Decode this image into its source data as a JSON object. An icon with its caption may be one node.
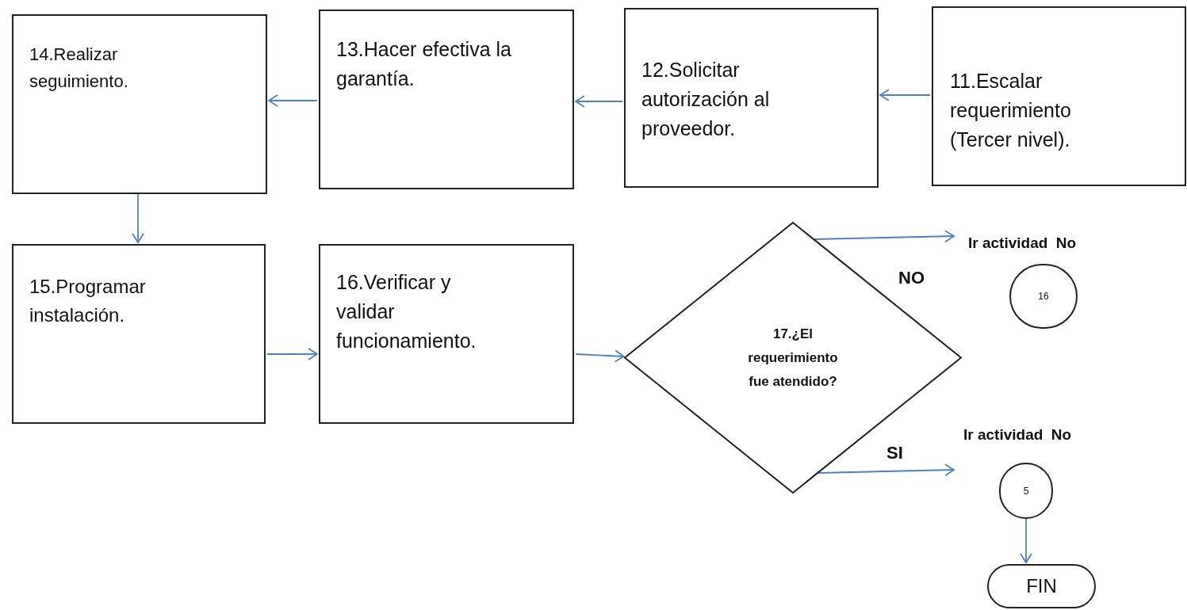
{
  "diagram": {
    "nodes": [
      {
        "text": [
          "11.Escalar requerimiento (Tercer nivel)."
        ]
      },
      {
        "text": [
          "12.Solicitar autorización al proveedor."
        ]
      },
      {
        "text": [
          "13.Hacer efectiva la garantía."
        ]
      },
      {
        "text": [
          "14.Realizar seguimiento."
        ]
      },
      {
        "text": [
          "15.Programar instalación."
        ]
      },
      {
        "text": [
          "16.Verificar y validar funcionamiento."
        ]
      },
      {
        "text": [
          "17.¿El requerimiento fue atendido?"
        ]
      },
      {
        "text": [
          "Ir actividad  No"
        ]
      },
      {
        "text": [
          "16"
        ]
      },
      {
        "text": [
          "Ir actividad  No"
        ]
      },
      {
        "text": [
          "5"
        ]
      },
      {
        "text": [
          "FIN"
        ]
      }
    ],
    "edges": [
      {
        "from": 0,
        "to": 1,
        "arrow": "to"
      },
      {
        "from": 1,
        "to": 2,
        "arrow": "to"
      },
      {
        "from": 2,
        "to": 3,
        "arrow": "to"
      },
      {
        "from": 3,
        "to": 4,
        "arrow": "to"
      },
      {
        "from": 4,
        "to": 5,
        "arrow": "to"
      },
      {
        "from": 5,
        "to": 6,
        "arrow": "to"
      },
      {
        "from": 6,
        "to": 7,
        "arrow": "to",
        "label": "NO"
      },
      {
        "from": 6,
        "to": 9,
        "arrow": "to",
        "label": "SI"
      },
      {
        "from": 10,
        "to": 11,
        "arrow": "to"
      }
    ]
  }
}
